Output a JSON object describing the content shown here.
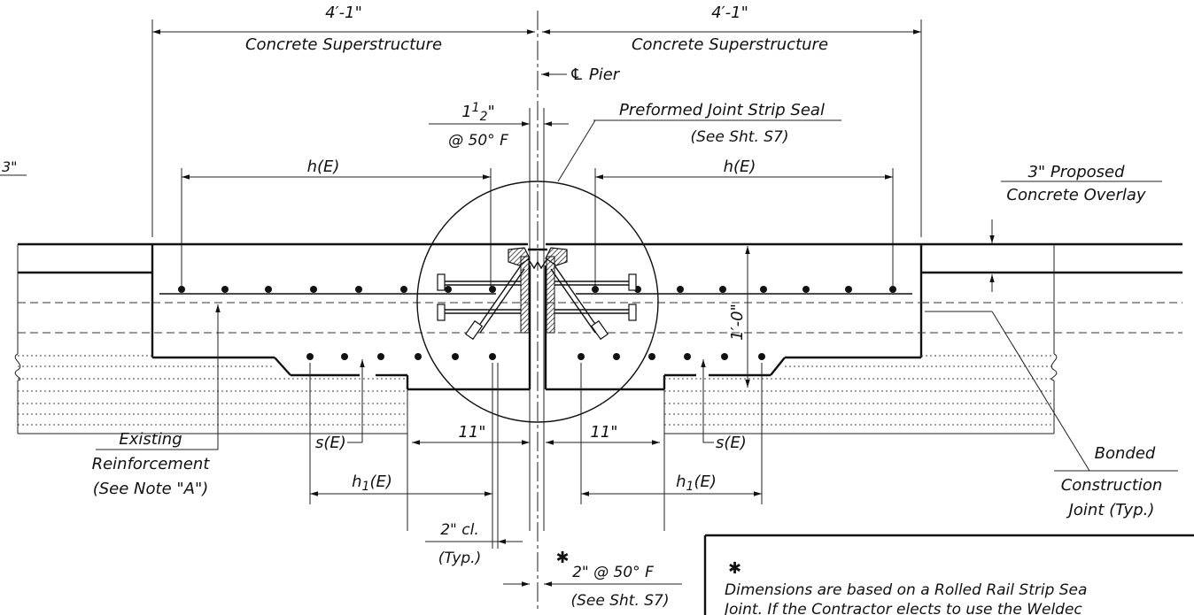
{
  "dimensions": {
    "left_width": "4′-1\"",
    "right_width": "4′-1\"",
    "left_width_label": "Concrete Superstructure",
    "right_width_label": "Concrete Superstructure",
    "gap_value": "1",
    "gap_frac_num": "1",
    "gap_frac_den": "2",
    "gap_inch": "\"",
    "gap_temp": "@ 50° F",
    "depth": "1′-0\"",
    "left_11": "11\"",
    "right_11": "11\"",
    "clear": "2\" cl.",
    "clear_typ": "(Typ.)",
    "star_dim": "2\" @ 50° F",
    "star_ref": "(See Sht. S7)",
    "edge_3": "3\""
  },
  "labels": {
    "pier": "℄ Pier",
    "seal_line1": "Preformed Joint Strip Seal",
    "seal_line2": "(See Sht. S7)",
    "h_left": "h(E)",
    "h_right": "h(E)",
    "overlay_line1": "3\" Proposed",
    "overlay_line2": "Concrete Overlay",
    "s_left": "s(E)",
    "s_right": "s(E)",
    "h1_left_main": "h",
    "h1_left_sub": "1",
    "h1_left_tail": "(E)",
    "h1_right_main": "h",
    "h1_right_sub": "1",
    "h1_right_tail": "(E)",
    "existing_line1": "Existing",
    "existing_line2": "Reinforcement",
    "existing_line3": "(See Note \"A\")",
    "bonded_line1": "Bonded",
    "bonded_line2": "Construction",
    "bonded_line3": "Joint (Typ.)",
    "star_symbol": "✱"
  },
  "note": {
    "symbol": "✱",
    "line1": "Dimensions are based on a Rolled Rail Strip Sea",
    "line2": "Joint. If the Contractor elects to use the Weldec"
  }
}
